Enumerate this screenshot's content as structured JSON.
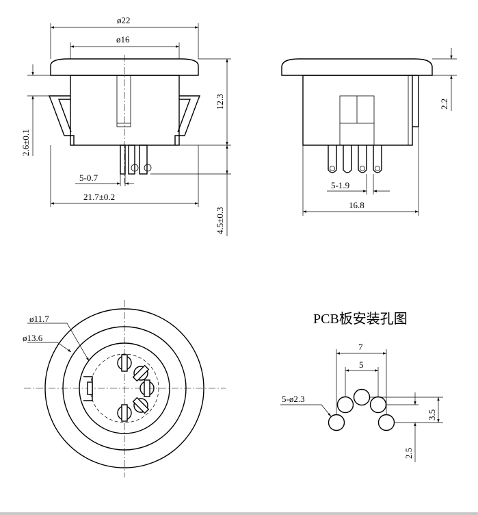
{
  "front_view": {
    "dim_flange": "ø22",
    "dim_body": "ø16",
    "dim_height": "12.3",
    "dim_lead": "4.5±0.3",
    "dim_gap": "2.6±0.1",
    "dim_pin": "5-0.7",
    "dim_overall": "21.7±0.2"
  },
  "side_view": {
    "dim_flange": "2.2",
    "dim_pitch": "5-1.9",
    "dim_width": "16.8"
  },
  "bottom_view": {
    "label_inner": "ø11.7",
    "label_outer": "ø13.6"
  },
  "pcb": {
    "title": "PCB板安装孔图",
    "dim_outer": "7",
    "dim_inner": "5",
    "dim_vertical": "3.5",
    "dim_offset": "2.5",
    "hole_label": "5-ø2.3"
  }
}
